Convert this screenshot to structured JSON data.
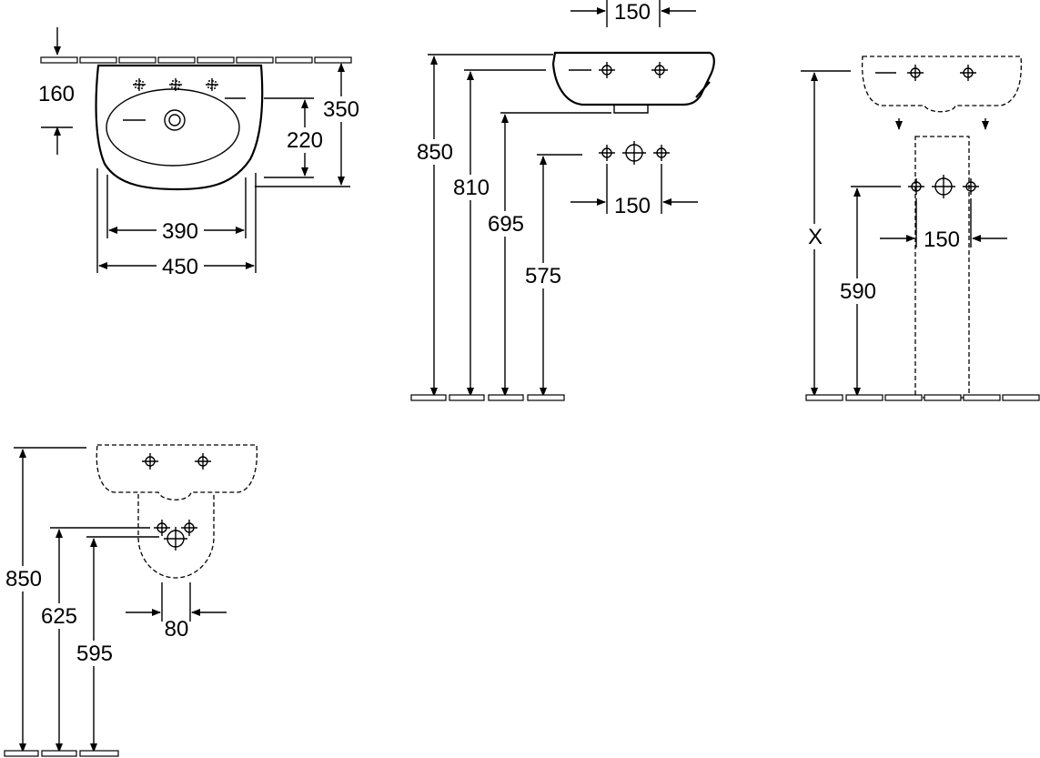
{
  "views": {
    "top_view": {
      "dims": {
        "d160": "160",
        "d350": "350",
        "d220": "220",
        "d390": "390",
        "d450": "450"
      }
    },
    "side_view": {
      "dims": {
        "d150_top": "150",
        "d850": "850",
        "d810": "810",
        "d695": "695",
        "d575": "575",
        "d150_bottom": "150"
      }
    },
    "pedestal_view": {
      "dims": {
        "dX": "X",
        "d590": "590",
        "d150": "150"
      }
    },
    "semi_pedestal_view": {
      "dims": {
        "d850": "850",
        "d625": "625",
        "d595": "595",
        "d80": "80"
      }
    }
  }
}
